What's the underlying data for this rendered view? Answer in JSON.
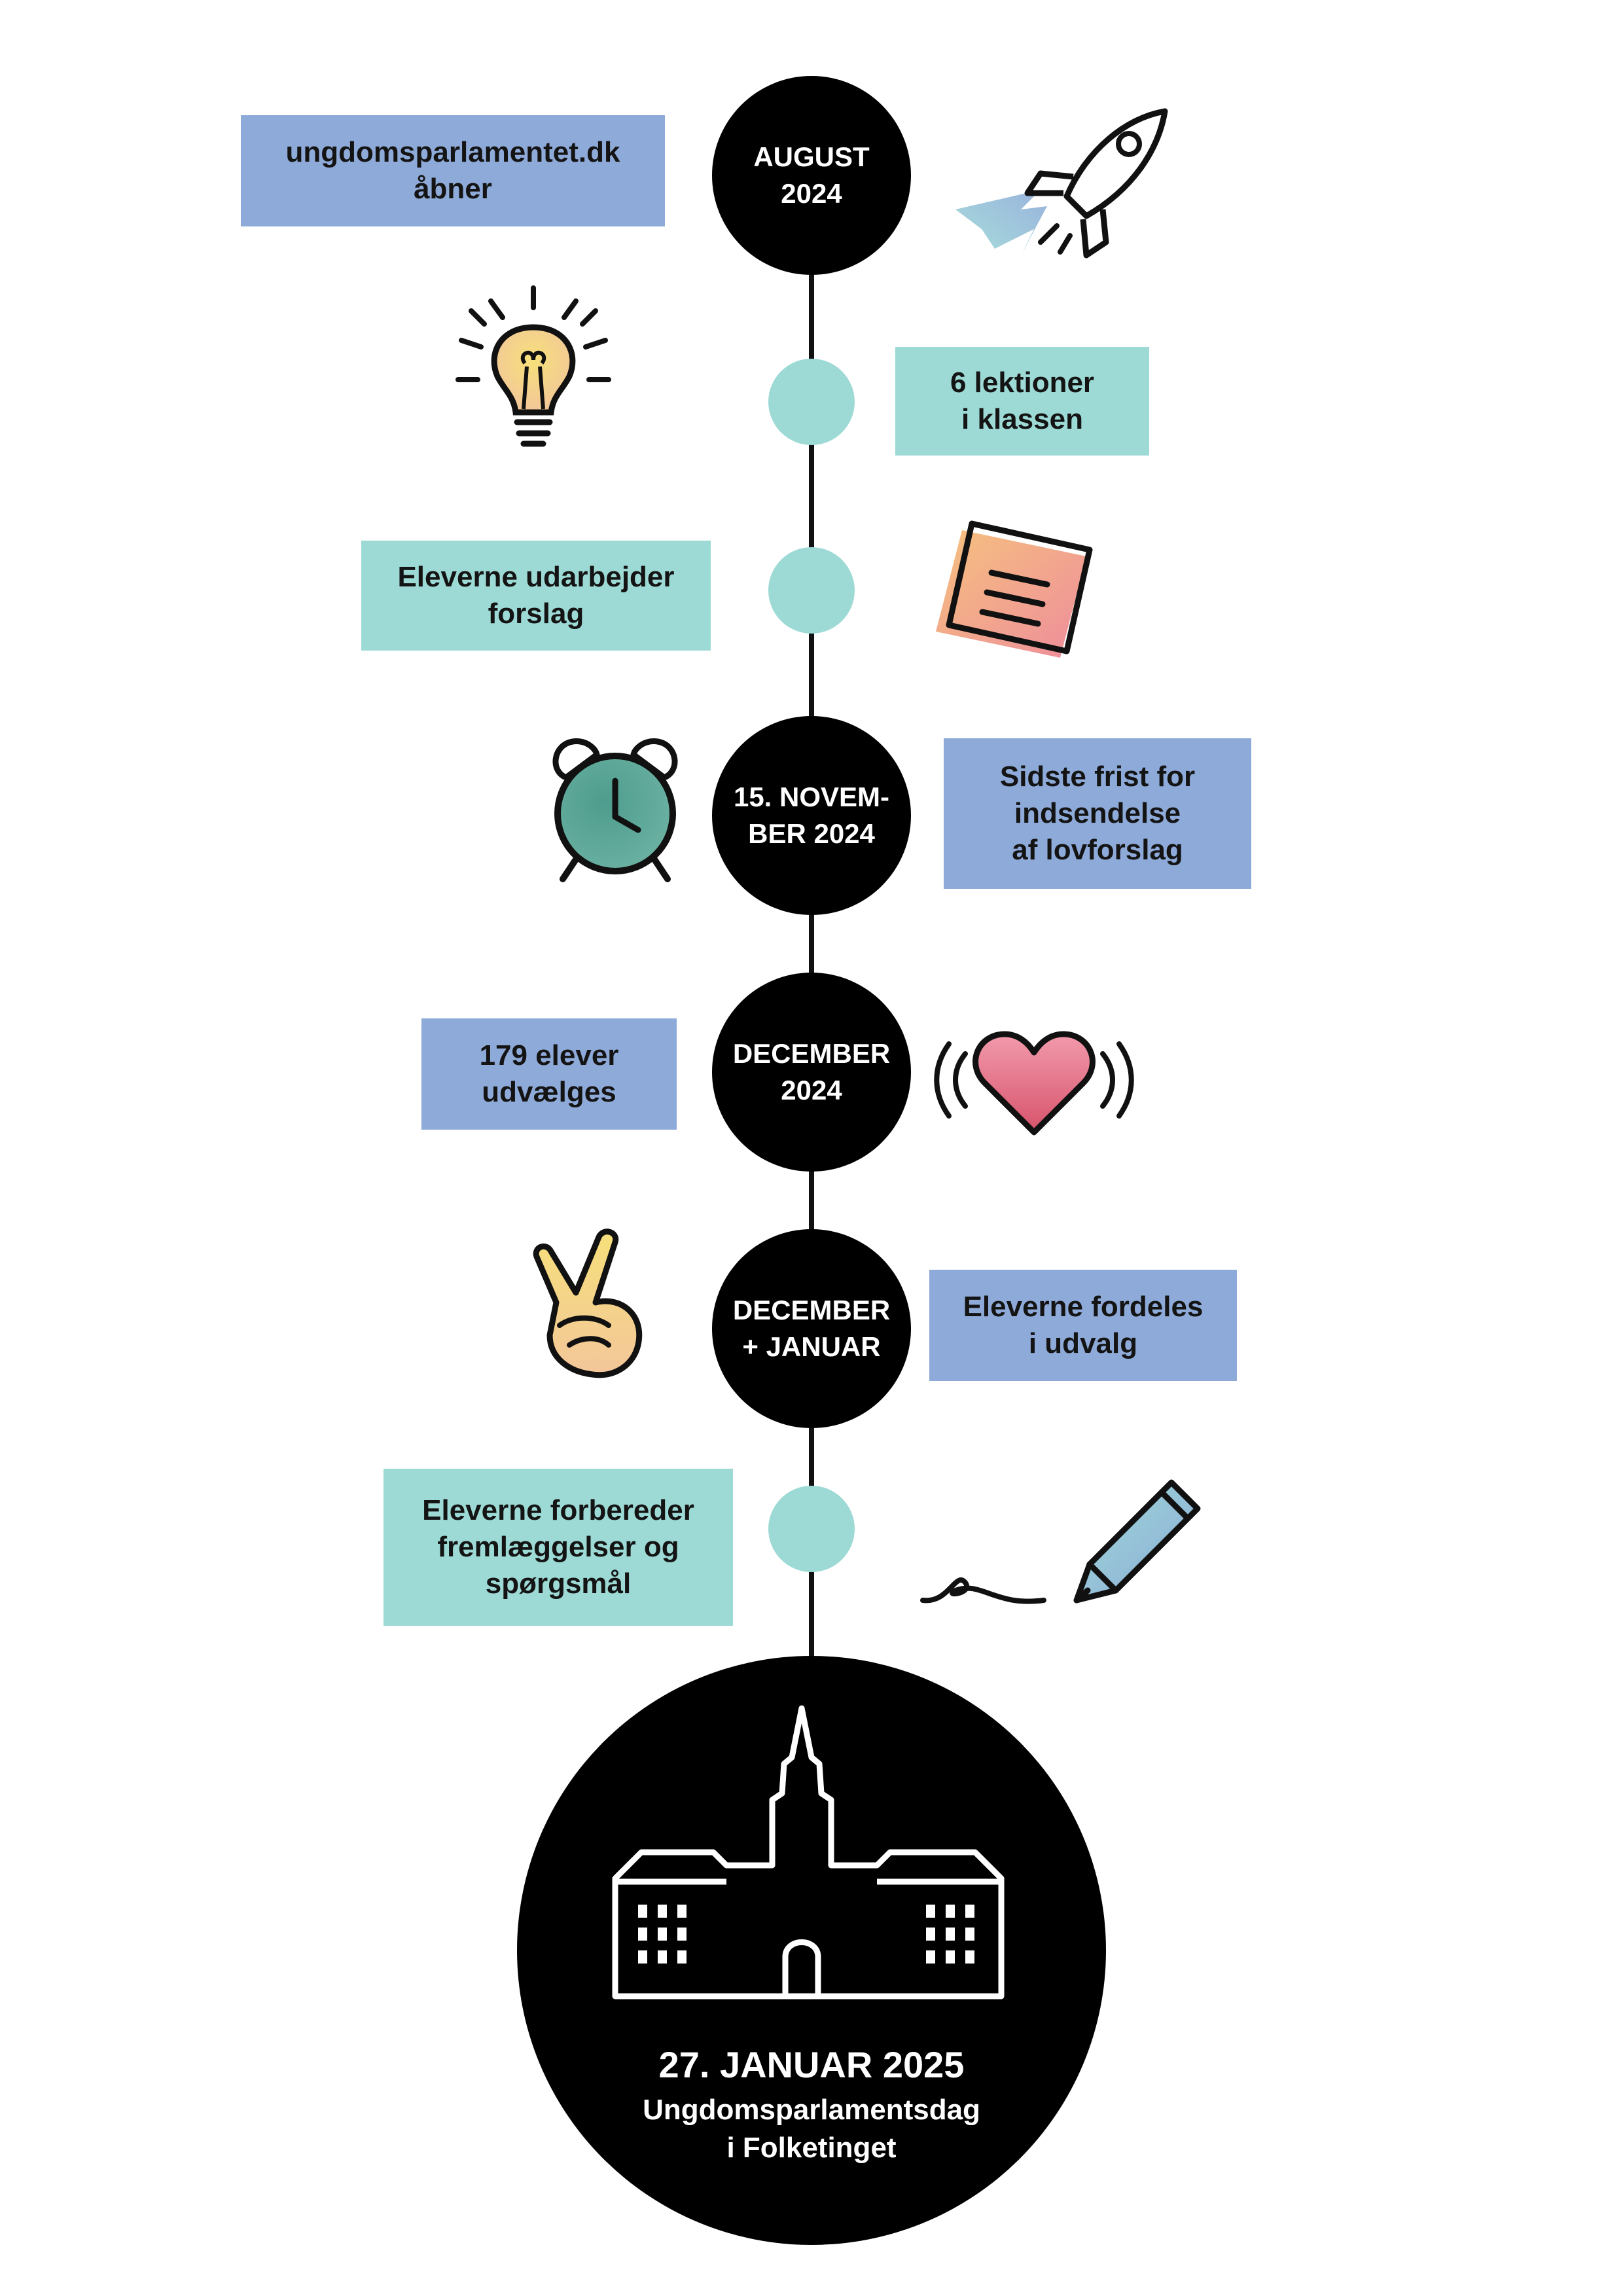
{
  "colors": {
    "node": "#000000",
    "spine": "#111111",
    "teal": "#9ddad6",
    "blue": "#8eaad9"
  },
  "milestones": [
    {
      "label": "AUGUST\n2024",
      "text": "ungdomsparlamentet.dk\nåbner",
      "icon": "rocket-icon"
    },
    {
      "label": "",
      "text": "6 lektioner\ni klassen",
      "icon": "lightbulb-icon"
    },
    {
      "label": "",
      "text": "Eleverne udarbejder\nforslag",
      "icon": "notepad-icon"
    },
    {
      "label": "15. NOVEM-\nBER 2024",
      "text": "Sidste frist for\nindsendelse\naf lovforslag",
      "icon": "alarm-clock-icon"
    },
    {
      "label": "DECEMBER\n2024",
      "text": "179 elever\nudvælges",
      "icon": "heart-icon"
    },
    {
      "label": "DECEMBER\n+ JANUAR",
      "text": "Eleverne fordeles\ni udvalg",
      "icon": "peace-hand-icon"
    },
    {
      "label": "",
      "text": "Eleverne forbereder\nfremlæggelser og\nspørgsmål",
      "icon": "pencil-icon"
    }
  ],
  "final": {
    "date": "27. JANUAR 2025",
    "line1": "Ungdomsparlamentsdag",
    "line2": "i Folketinget",
    "icon": "parliament-building-icon"
  }
}
